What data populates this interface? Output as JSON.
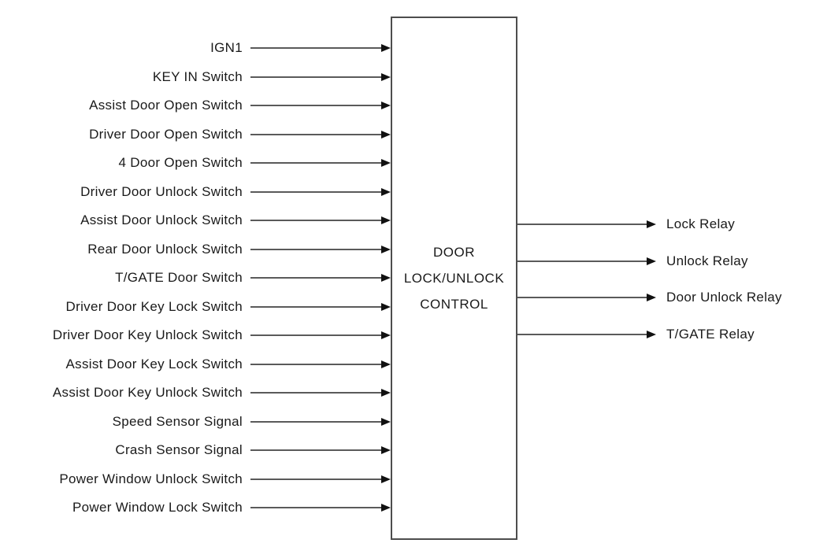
{
  "diagram": {
    "control_box": {
      "title_lines": [
        "DOOR",
        "LOCK/UNLOCK",
        "CONTROL"
      ]
    },
    "inputs": [
      "IGN1",
      "KEY IN Switch",
      "Assist Door Open Switch",
      "Driver Door Open Switch",
      "4 Door Open Switch",
      "Driver Door Unlock Switch",
      "Assist Door Unlock Switch",
      "Rear Door Unlock Switch",
      "T/GATE Door Switch",
      "Driver Door Key Lock Switch",
      "Driver Door Key Unlock Switch",
      "Assist Door Key Lock Switch",
      "Assist Door Key Unlock Switch",
      "Speed Sensor Signal",
      "Crash Sensor Signal",
      "Power Window Unlock Switch",
      "Power Window Lock Switch"
    ],
    "outputs": [
      "Lock Relay",
      "Unlock Relay",
      "Door Unlock Relay",
      "T/GATE Relay"
    ],
    "colors": {
      "wire": "#5a5a5a",
      "arrowhead": "#111111",
      "box_border": "#4d4d4d",
      "text": "#1a1a1a",
      "background": "#ffffff"
    }
  }
}
